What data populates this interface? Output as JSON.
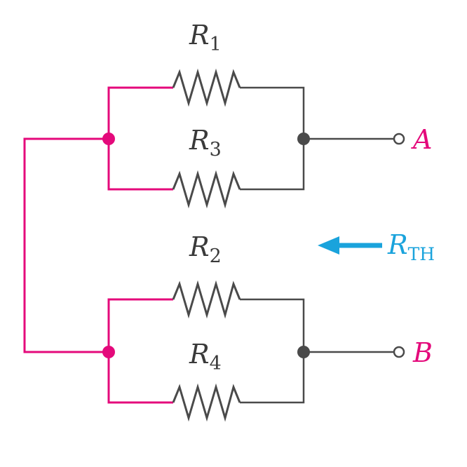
{
  "colors": {
    "pink": "#e4097b",
    "wire": "#4a4a4a",
    "label": "#3a3a3a",
    "blue": "#1aa3dc",
    "background": "#ffffff"
  },
  "resistors": [
    {
      "symbol": "R",
      "subscript": "1"
    },
    {
      "symbol": "R",
      "subscript": "3"
    },
    {
      "symbol": "R",
      "subscript": "2"
    },
    {
      "symbol": "R",
      "subscript": "4"
    }
  ],
  "terminals": {
    "a": "A",
    "b": "B"
  },
  "thevenin": {
    "symbol": "R",
    "subscript": "TH",
    "arrow_icon": "left-arrow-icon"
  }
}
